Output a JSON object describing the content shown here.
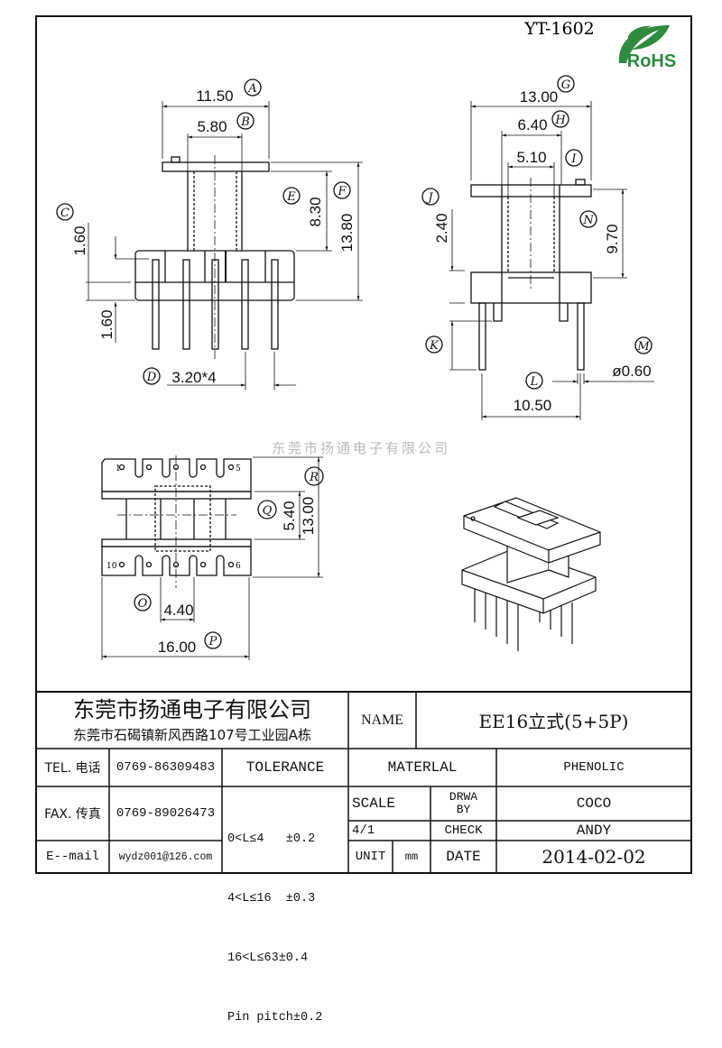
{
  "header": {
    "part_number": "YT-1602",
    "rohs_logo_text": "RoHS",
    "watermark": "东莞市扬通电子有限公司"
  },
  "front_view": {
    "dims": {
      "A": "11.50",
      "B": "5.80",
      "C": "1.60",
      "C2": "1.60",
      "D": "3.20*4",
      "E": "8.30",
      "F": "13.80"
    },
    "labels": {
      "A": "A",
      "B": "B",
      "C": "C",
      "D": "D",
      "E": "E",
      "F": "F"
    }
  },
  "side_view": {
    "dims": {
      "G": "13.00",
      "H": "6.40",
      "I": "5.10",
      "J": "2.40",
      "L": "10.50",
      "M": "ø0.60",
      "N": "9.70"
    },
    "labels": {
      "G": "G",
      "H": "H",
      "I": "I",
      "J": "J",
      "K": "K",
      "L": "L",
      "M": "M",
      "N": "N"
    }
  },
  "bottom_view": {
    "dims": {
      "O": "4.40",
      "P": "16.00",
      "Q": "5.40",
      "R": "13.00"
    },
    "labels": {
      "O": "O",
      "P": "P",
      "Q": "Q",
      "R": "R"
    },
    "pins": [
      "1",
      "5",
      "10",
      "6"
    ]
  },
  "title_block": {
    "company": "东莞市扬通电子有限公司",
    "address": "东莞市石碣镇新风西路107号工业园A栋",
    "name_label": "NAME",
    "name_value": "EE16立式(5+5P)",
    "tel_label": "TEL. 电话",
    "tel_value": "0769-86309483",
    "fax_label": "FAX. 传真",
    "fax_value": "0769-89026473",
    "email_label": "E--mail",
    "email_value": "wydz001@126.com",
    "tolerance_label": "TOLERANCE",
    "tolerance_rules": [
      "0<L≤4   ±0.2",
      "4<L≤16  ±0.3",
      "16<L≤63±0.4",
      "Pin pitch±0.2"
    ],
    "material_label": "MATERLAL",
    "material_value": "PHENOLIC",
    "scale_label": "SCALE",
    "scale_value": "4/1",
    "drawn_by_label": "DRWA BY",
    "drawn_by_value": "COCO",
    "check_label": "CHECK",
    "check_value": "ANDY",
    "unit_label": "UNIT",
    "unit_value": "mm",
    "date_label": "DATE",
    "date_value": "2014-02-02"
  },
  "colors": {
    "line": "#111111",
    "rohs_green": "#2e8b3e",
    "watermark": "#bbbbbb"
  }
}
